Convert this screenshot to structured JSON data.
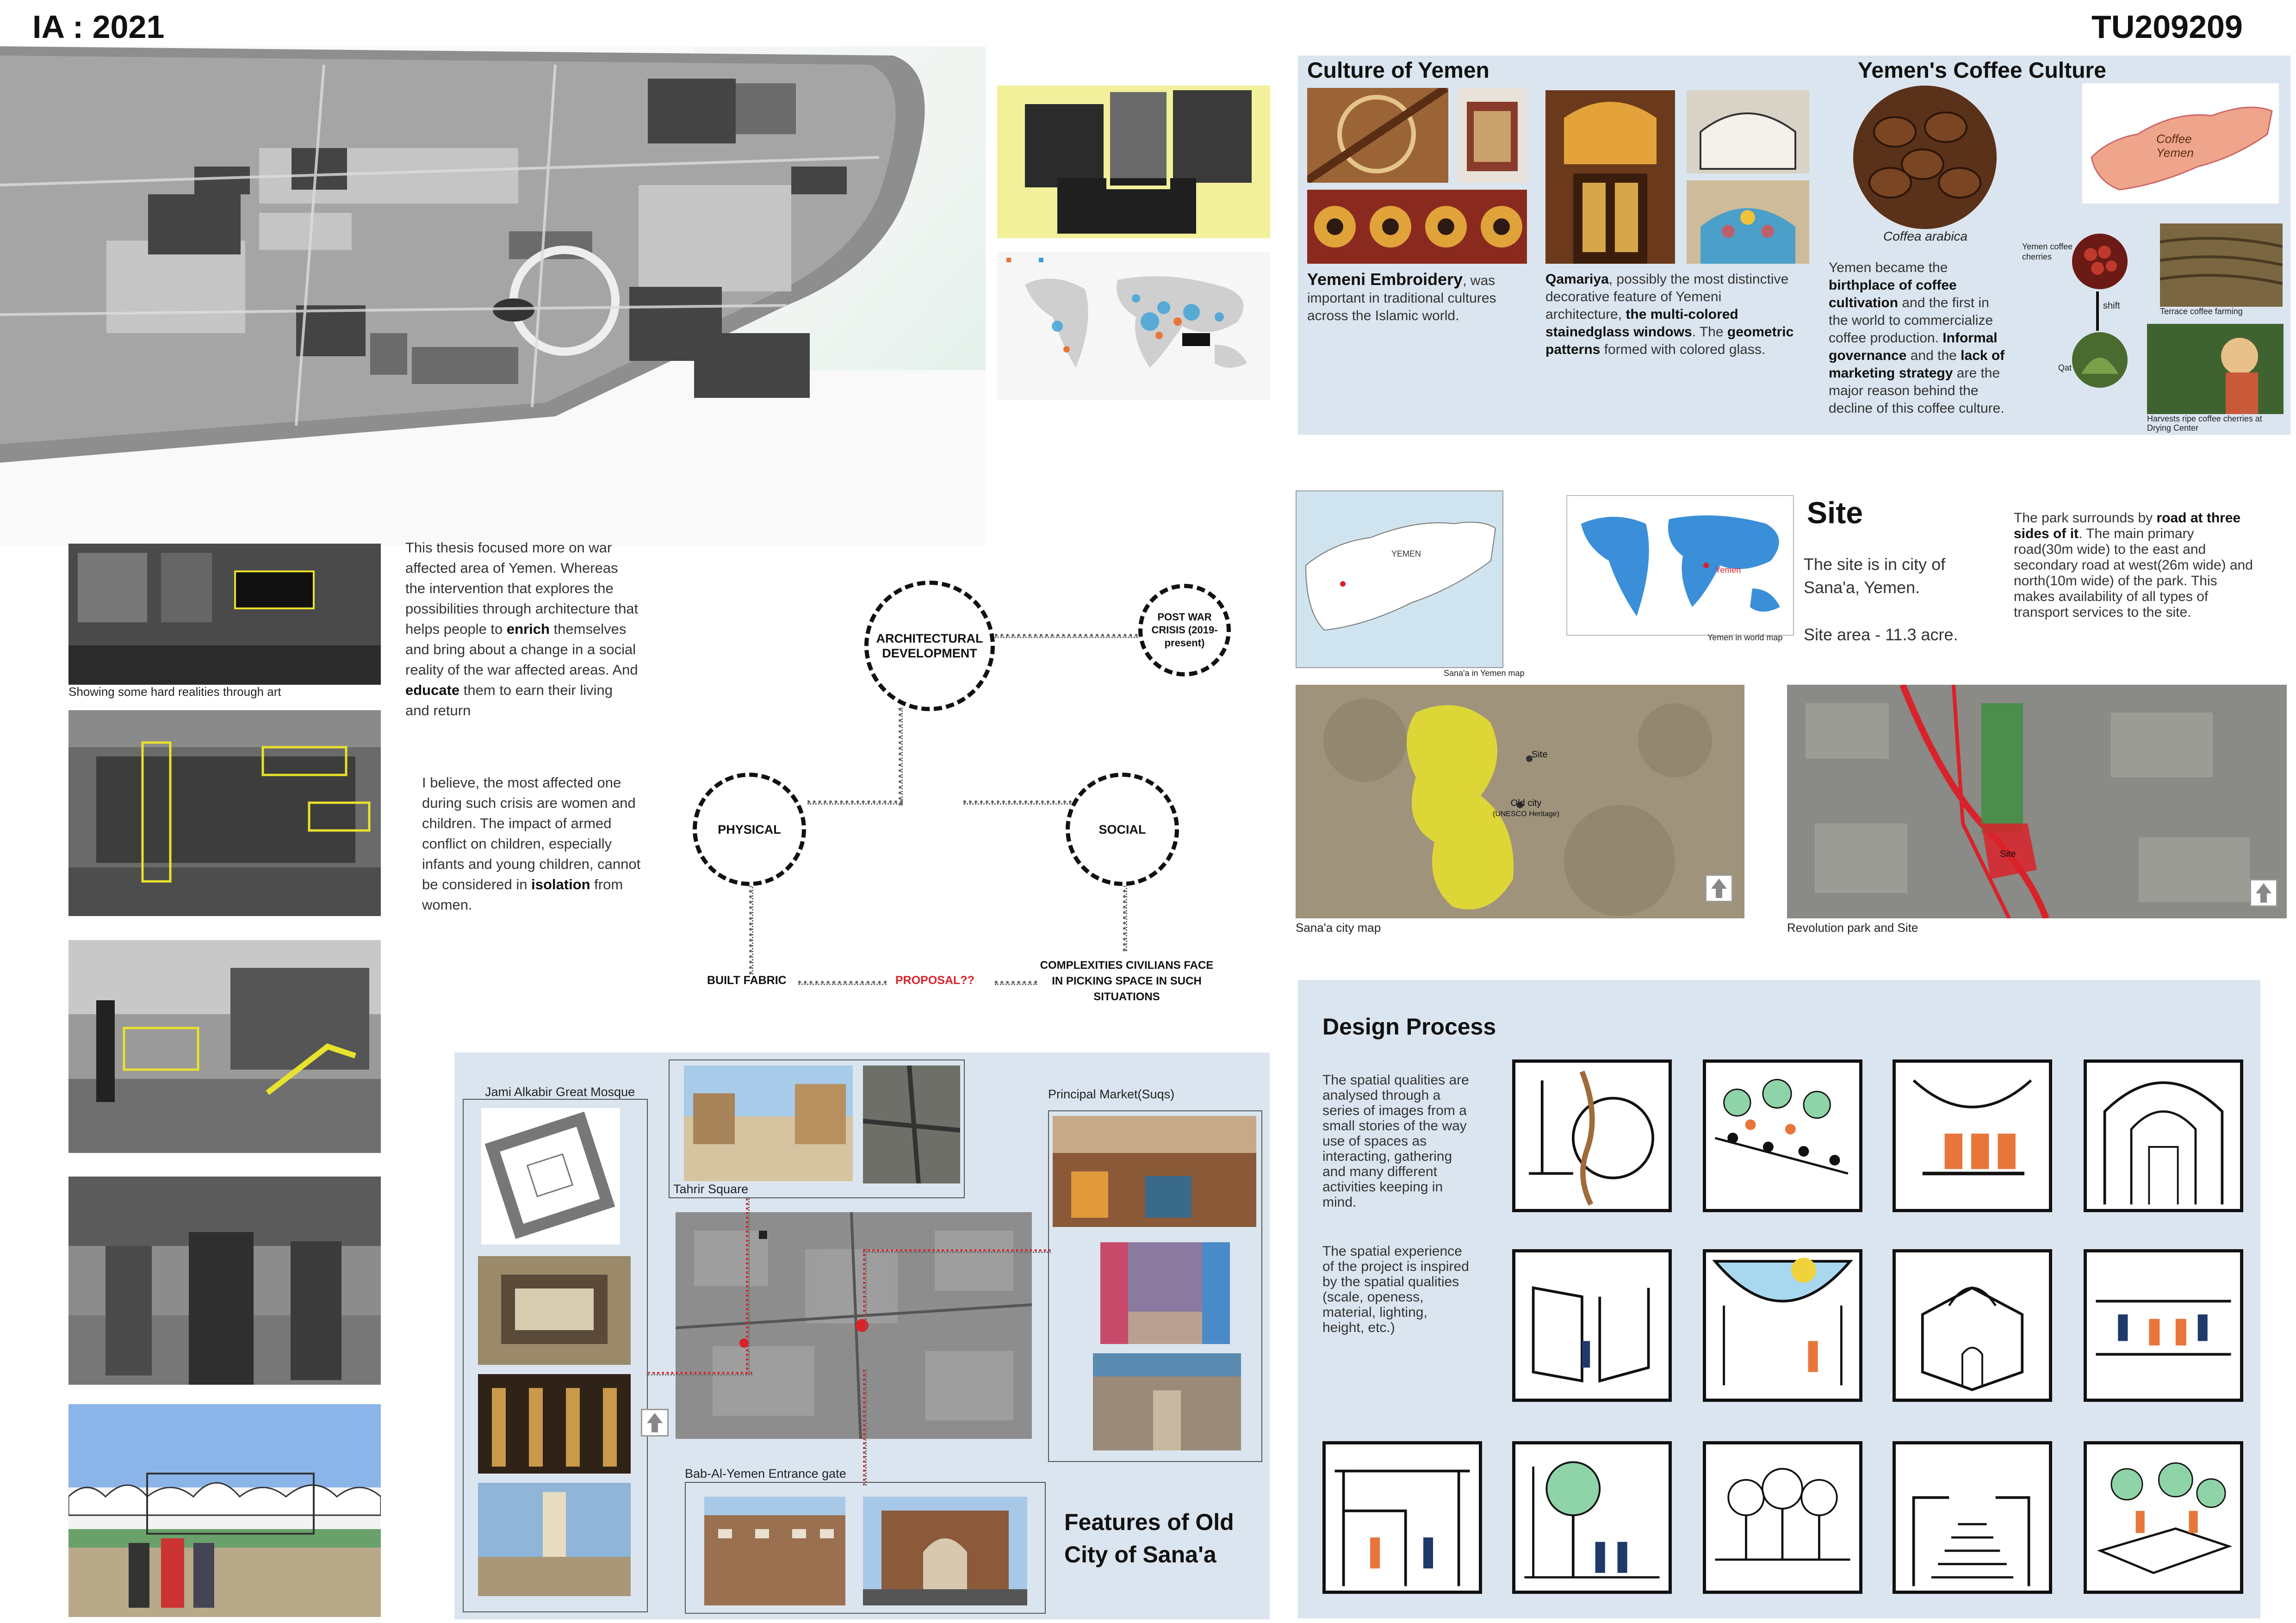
{
  "header": {
    "left_code": "IA : 2021",
    "right_code": "TU209209"
  },
  "intro": {
    "paragraph1": [
      {
        "t": "This thesis focused more on war affected area of Yemen. Whereas the intervention that explores the possibilities through architecture that helps people to "
      },
      {
        "t": "enrich",
        "b": true
      },
      {
        "t": " themselves and bring about a change in a social reality of the war affected areas. And "
      },
      {
        "t": "educate",
        "b": true
      },
      {
        "t": " them to earn their living and return"
      }
    ],
    "paragraph2": [
      {
        "t": "I believe, the most affected one during such crisis are women and children. The impact of armed conflict on children, especially infants and young children, cannot be considered in "
      },
      {
        "t": "isolation",
        "b": true
      },
      {
        "t": " from women."
      }
    ],
    "photo1_caption": "Showing some hard realities through art"
  },
  "diagram": {
    "architectural_development": "ARCHITECTURAL DEVELOPMENT",
    "post_war_crisis": "POST WAR CRISIS (2019-present)",
    "physical": "PHYSICAL",
    "social": "SOCIAL",
    "built_fabric": "BUILT FABRIC",
    "proposal": "PROPOSAL??",
    "complexities": "COMPLEXITIES CIVILIANS FACE IN PICKING SPACE IN SUCH SITUATIONS"
  },
  "old_city": {
    "title": "Features of Old City of Sana'a",
    "mosque": "Jami Alkabir Great Mosque",
    "tahrir": "Tahrir Square",
    "market": "Principal Market(Suqs)",
    "bab": "Bab-Al-Yemen Entrance gate"
  },
  "culture": {
    "title": "Culture of Yemen",
    "embroidery_title": "Yemeni Embroidery",
    "embroidery_text": ", was important in traditional cultures across the Islamic world.",
    "qamariya": [
      {
        "t": "Qamariya",
        "b": true
      },
      {
        "t": ", possibly the most distinctive decorative feature of Yemeni architecture, "
      },
      {
        "t": "the multi-colored stainedglass windows",
        "b": true
      },
      {
        "t": ". The "
      },
      {
        "t": "geometric patterns",
        "b": true
      },
      {
        "t": " formed with colored glass."
      }
    ]
  },
  "coffee": {
    "title": "Yemen's Coffee Culture",
    "coffea": "Coffea arabica",
    "text": [
      {
        "t": "Yemen became the "
      },
      {
        "t": "birthplace of coffee cultivation",
        "b": true
      },
      {
        "t": " and the first in the world to commercialize coffee production. "
      },
      {
        "t": "Informal governance",
        "b": true
      },
      {
        "t": " and the "
      },
      {
        "t": "lack of marketing strategy",
        "b": true
      },
      {
        "t": " are the major reason behind the decline of this coffee culture."
      }
    ],
    "cherries": "Yemen coffee cherries",
    "shift": "shift",
    "qat": "Qat",
    "terrace": "Terrace coffee farming",
    "harvest": "Harvests ripe coffee cherries at Drying Center",
    "map_label": "Coffee Yemen"
  },
  "site": {
    "title": "Site",
    "city_text": "The site is in city of Sana'a, Yemen.",
    "area_text": "Site area -  11.3 acre.",
    "desc": [
      {
        "t": "The park surrounds by "
      },
      {
        "t": "road at three sides of it",
        "b": true
      },
      {
        "t": ". The main primary road(30m wide) to the east and secondary road at west(26m wide) and north(10m wide) of the park. This makes availability of all types of transport services to the site."
      }
    ],
    "yemen_map_caption": "Sana'a in Yemen map",
    "world_map_caption": "Yemen in world map",
    "world_map_label": "Yemen",
    "yemen_map_label": "YEMEN",
    "city_map_caption": "Sana'a city map",
    "revolution_caption": "Revolution park and Site",
    "site_label": "Site",
    "old_city_label": "Old city",
    "unesco_label": "(UNESCO Heritage)"
  },
  "design": {
    "title": "Design Process",
    "text1": "The spatial qualities are analysed through a series of images from a small stories of the way use of spaces as interacting, gathering and many different activities keeping in mind.",
    "text2": "The spatial experience of the project is inspired by the spatial qualities (scale, openess, material, lighting, height, etc.)"
  },
  "colors": {
    "panel": "#dbe5ef",
    "highlight": "#f2f09a",
    "accent_red": "#d9222a",
    "yellow": "#e8e22c",
    "sketch_orange": "#e8763a",
    "sketch_green": "#8fd3a8"
  }
}
